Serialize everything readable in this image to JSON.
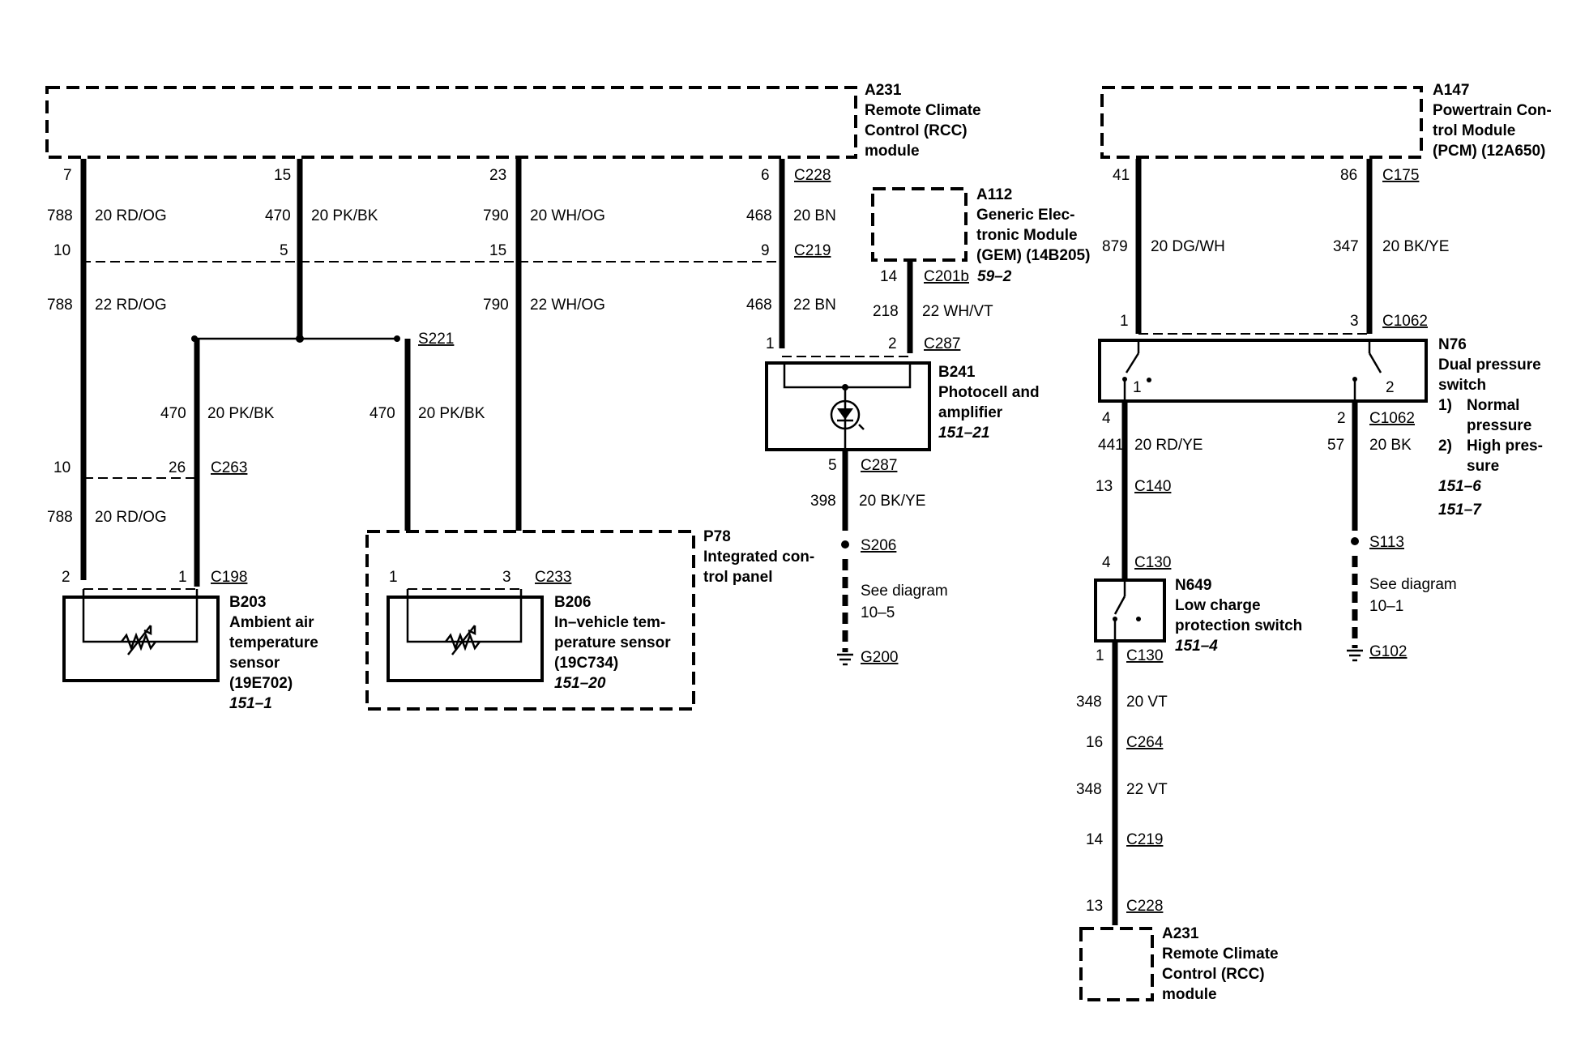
{
  "modules": {
    "a231_top": {
      "id": "A231",
      "lines": [
        "Remote Climate",
        "Control (RCC)",
        "module"
      ]
    },
    "a147": {
      "id": "A147",
      "lines": [
        "Powertrain Con-",
        "trol Module",
        "(PCM) (12A650)"
      ]
    },
    "a112": {
      "id": "A112",
      "lines": [
        "Generic Elec-",
        "tronic Module",
        "(GEM) (14B205)"
      ],
      "ref": "59–2"
    },
    "b241": {
      "id": "B241",
      "lines": [
        "Photocell and",
        "amplifier"
      ],
      "ref": "151–21"
    },
    "b203": {
      "id": "B203",
      "lines": [
        "Ambient air",
        "temperature",
        "sensor",
        "(19E702)"
      ],
      "ref": "151–1"
    },
    "p78": {
      "id": "P78",
      "lines": [
        "Integrated con-",
        "trol panel"
      ]
    },
    "b206": {
      "id": "B206",
      "lines": [
        "In–vehicle tem-",
        "perature sensor",
        "(19C734)"
      ],
      "ref": "151–20"
    },
    "n76": {
      "id": "N76",
      "lines": [
        "Dual pressure",
        "switch"
      ],
      "opt1_num": "1)",
      "opt1": [
        "Normal",
        "pressure"
      ],
      "opt2_num": "2)",
      "opt2": [
        "High pres-",
        "sure"
      ],
      "refs": [
        "151–6",
        "151–7"
      ]
    },
    "n649": {
      "id": "N649",
      "lines": [
        "Low charge",
        "protection switch"
      ],
      "ref": "151–4"
    },
    "a231_bottom": {
      "id": "A231",
      "lines": [
        "Remote Climate",
        "Control (RCC)",
        "module"
      ]
    }
  },
  "connectors": {
    "c228": "C228",
    "c219": "C219",
    "c201b": "C201b",
    "c287": "C287",
    "c263": "C263",
    "c198": "C198",
    "c233": "C233",
    "s221": "S221",
    "s206": "S206",
    "g200": "G200",
    "c175": "C175",
    "c1062": "C1062",
    "c140": "C140",
    "c130": "C130",
    "s113": "S113",
    "g102": "G102",
    "c264": "C264"
  },
  "see_diagram": {
    "label": "See diagram",
    "ref_left": "10–5",
    "ref_right": "10–1"
  },
  "wires": {
    "w788a": {
      "circuit": "788",
      "spec": "20 RD/OG"
    },
    "w470a": {
      "circuit": "470",
      "spec": "20 PK/BK"
    },
    "w790a": {
      "circuit": "790",
      "spec": "20 WH/OG"
    },
    "w468a": {
      "circuit": "468",
      "spec": "20 BN"
    },
    "w788b": {
      "circuit": "788",
      "spec": "22 RD/OG"
    },
    "w790b": {
      "circuit": "790",
      "spec": "22 WH/OG"
    },
    "w468b": {
      "circuit": "468",
      "spec": "22 BN"
    },
    "w218": {
      "circuit": "218",
      "spec": "22 WH/VT"
    },
    "w470b": {
      "circuit": "470",
      "spec": "20 PK/BK"
    },
    "w470c": {
      "circuit": "470",
      "spec": "20 PK/BK"
    },
    "w788c": {
      "circuit": "788",
      "spec": "20 RD/OG"
    },
    "w398": {
      "circuit": "398",
      "spec": "20 BK/YE"
    },
    "w879": {
      "circuit": "879",
      "spec": "20 DG/WH"
    },
    "w347": {
      "circuit": "347",
      "spec": "20 BK/YE"
    },
    "w441": {
      "circuit": "441",
      "spec": "20 RD/YE"
    },
    "w57": {
      "circuit": "57",
      "spec": "20 BK"
    },
    "w348a": {
      "circuit": "348",
      "spec": "20 VT"
    },
    "w348b": {
      "circuit": "348",
      "spec": "22 VT"
    }
  },
  "pins": {
    "p7": "7",
    "p15": "15",
    "p23": "23",
    "p6": "6",
    "p10a": "10",
    "p5": "5",
    "p15b": "15",
    "p9": "9",
    "p14a": "14",
    "p1a": "1",
    "p2a": "2",
    "p10b": "10",
    "p26": "26",
    "p2b": "2",
    "p1b": "1",
    "p1c": "1",
    "p3a": "3",
    "p5b": "5",
    "p41": "41",
    "p86": "86",
    "p1d": "1",
    "p3b": "3",
    "p4a": "4",
    "p2c": "2",
    "p13a": "13",
    "p4b": "4",
    "p1e": "1",
    "p16": "16",
    "p14b": "14",
    "p13b": "13",
    "sw1": "1",
    "sw2": "2"
  }
}
